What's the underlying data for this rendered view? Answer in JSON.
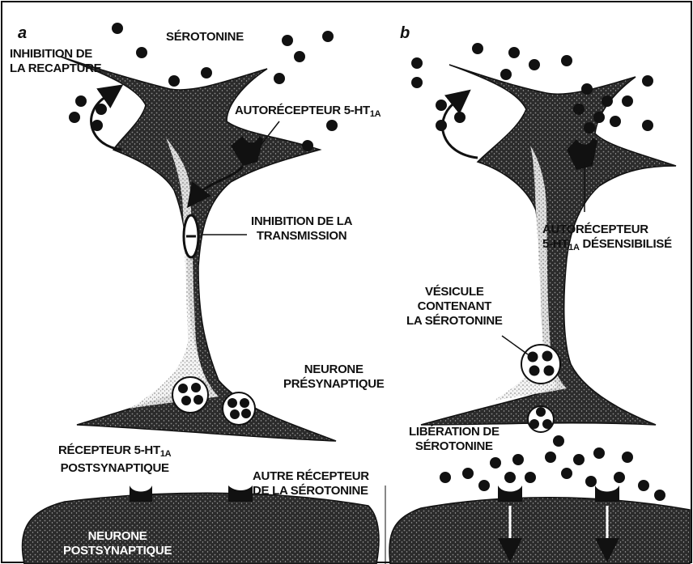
{
  "panels": [
    "a",
    "b"
  ],
  "labels": {
    "serotonine": "SÉROTONINE",
    "inhibition_recapture_1": "INHIBITION DE",
    "inhibition_recapture_2": "LA RECAPTURE",
    "autorecepteur_a": "AUTORÉCEPTEUR 5-HT",
    "autorecepteur_a_sub": "1A",
    "inhibition_transmission_1": "INHIBITION DE LA",
    "inhibition_transmission_2": "TRANSMISSION",
    "neurone_presynaptique_1": "NEURONE",
    "neurone_presynaptique_2": "PRÉSYNAPTIQUE",
    "recepteur_post_1": "RÉCEPTEUR 5-HT",
    "recepteur_post_1_sub": "1A",
    "recepteur_post_2": "POSTSYNAPTIQUE",
    "autre_recepteur_1": "AUTRE RÉCEPTEUR",
    "autre_recepteur_2": "DE LA SÉROTONINE",
    "neurone_post_1": "NEURONE",
    "neurone_post_2": "POSTSYNAPTIQUE",
    "autorecepteur_b_1": "AUTORÉCEPTEUR",
    "autorecepteur_b_2a": "5-HT",
    "autorecepteur_b_2sub": "1A",
    "autorecepteur_b_2b": " DÉSENSIBILISÉ",
    "vesicule_1": "VÉSICULE",
    "vesicule_2": "CONTENANT",
    "vesicule_3": "LA SÉROTONINE",
    "liberation_1": "LIBÉRATION DE",
    "liberation_2": "SÉROTONINE"
  },
  "colors": {
    "ink": "#111111",
    "neuron_fill": "#3a3a3a",
    "background": "#ffffff"
  }
}
